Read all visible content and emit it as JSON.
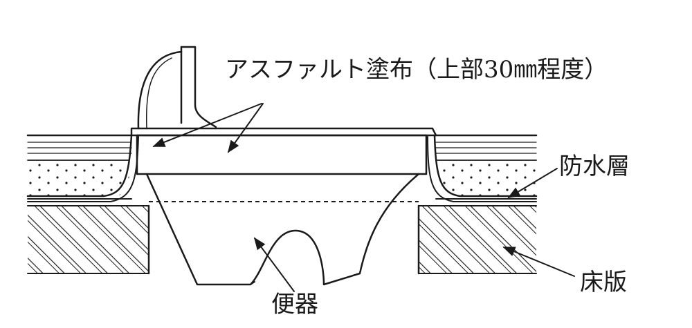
{
  "labels": {
    "asphalt": "アスファルト塗布（上部30㎜程度）",
    "waterproof": "防水層",
    "slab": "床版",
    "toilet": "便器"
  },
  "colors": {
    "ink": "#1a1a1a",
    "background": "#ffffff"
  }
}
